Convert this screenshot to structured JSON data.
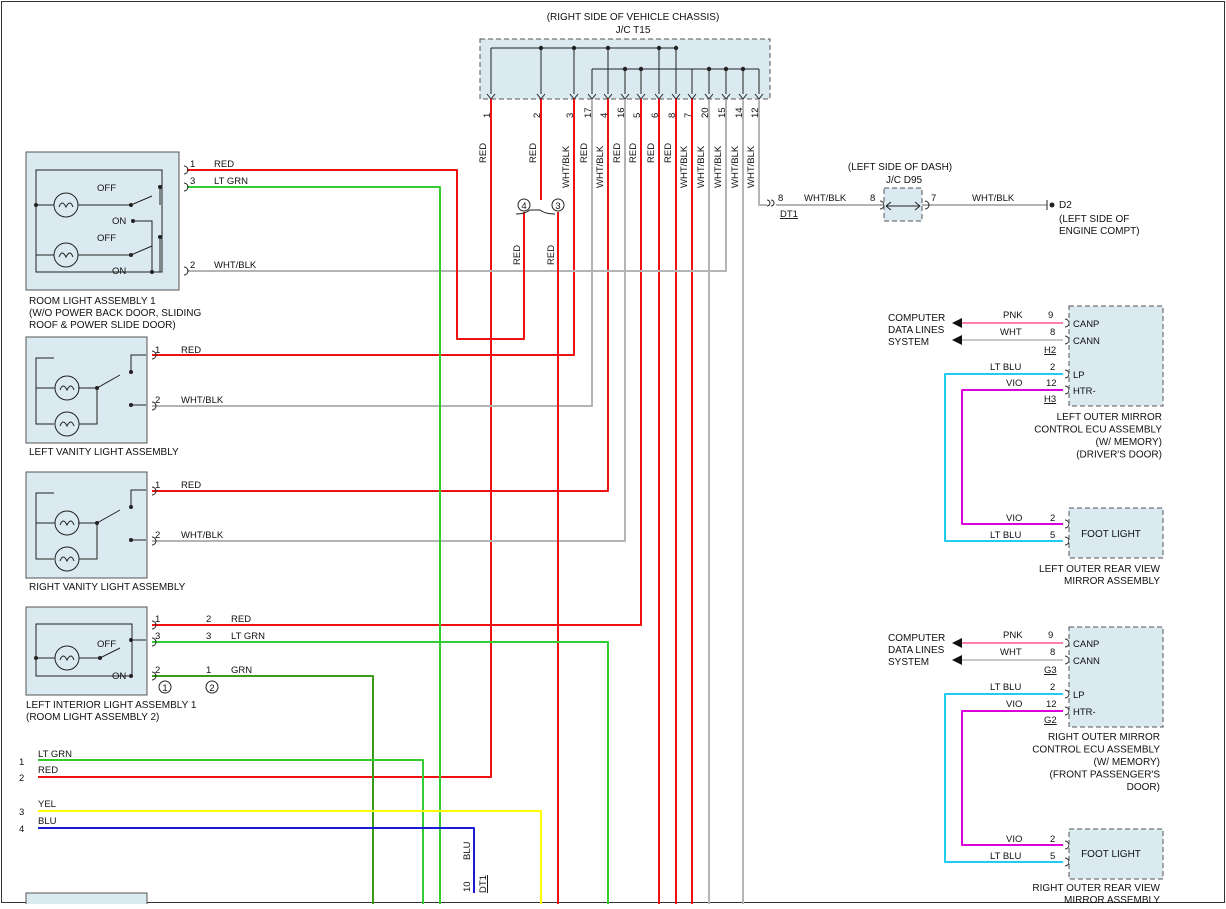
{
  "colors": {
    "red": "#ee1111",
    "ltgrn": "#33cc33",
    "grn": "#3a9a1a",
    "whtblk": "#b4b4b4",
    "yel": "#ffff00",
    "blu": "#1a1ad8",
    "pnk": "#ff7fb0",
    "wht": "#c8c8c8",
    "ltblu": "#22ccee",
    "vio": "#dd00dd",
    "component_fill": "#dbe9f1"
  },
  "jc_t15": {
    "location": "(RIGHT SIDE OF VEHICLE CHASSIS)",
    "name": "J/C T15",
    "pins": [
      "1",
      "2",
      "3",
      "17",
      "4",
      "16",
      "5",
      "6",
      "8",
      "7",
      "20",
      "15",
      "14",
      "12"
    ],
    "wires": [
      {
        "pin": "1",
        "color": "RED"
      },
      {
        "pin": "2",
        "color": "RED"
      },
      {
        "pin": "3",
        "color": "WHT/BLK"
      },
      {
        "pin": "17",
        "color": "RED"
      },
      {
        "pin": "4",
        "color": "WHT/BLK"
      },
      {
        "pin": "16",
        "color": "RED"
      },
      {
        "pin": "5",
        "color": "RED"
      },
      {
        "pin": "6",
        "color": "RED"
      },
      {
        "pin": "8",
        "color": "RED"
      },
      {
        "pin": "7",
        "color": "WHT/BLK"
      },
      {
        "pin": "20",
        "color": "WHT/BLK"
      },
      {
        "pin": "15",
        "color": "WHT/BLK"
      },
      {
        "pin": "14",
        "color": "WHT/BLK"
      },
      {
        "pin": "12",
        "color": "WHT/BLK"
      }
    ]
  },
  "splice": {
    "marks": [
      "4",
      "3"
    ],
    "wire_left": "RED",
    "wire_right": "RED"
  },
  "dt1": {
    "pin": "8",
    "name": "DT1",
    "wire": "WHT/BLK"
  },
  "jc_d95": {
    "location": "(LEFT SIDE OF DASH)",
    "name": "J/C D95",
    "pin_in": "8",
    "pin_out": "7",
    "wire_out": "WHT/BLK"
  },
  "ground_d2": {
    "name": "D2",
    "location": "(LEFT SIDE OF\nENGINE COMPT)"
  },
  "room_light_1": {
    "title": "ROOM LIGHT ASSEMBLY 1\n(W/O POWER BACK DOOR, SLIDING\nROOF & POWER SLIDE DOOR)",
    "pins": [
      {
        "pin": "1",
        "wire": "RED"
      },
      {
        "pin": "3",
        "wire": "LT GRN"
      },
      {
        "pin": "2",
        "wire": "WHT/BLK"
      }
    ],
    "switch_labels": [
      "OFF",
      "ON",
      "OFF",
      "ON"
    ]
  },
  "left_vanity": {
    "title": "LEFT VANITY LIGHT ASSEMBLY",
    "pins": [
      {
        "pin": "1",
        "wire": "RED"
      },
      {
        "pin": "2",
        "wire": "WHT/BLK"
      }
    ]
  },
  "right_vanity": {
    "title": "RIGHT VANITY LIGHT ASSEMBLY",
    "pins": [
      {
        "pin": "1",
        "wire": "RED"
      },
      {
        "pin": "2",
        "wire": "WHT/BLK"
      }
    ]
  },
  "left_interior": {
    "title": "LEFT INTERIOR LIGHT ASSEMBLY 1\n(ROOM LIGHT ASSEMBLY 2)",
    "pins_a": [
      "1",
      "3",
      "2"
    ],
    "pins_b": [
      "2",
      "3",
      "1"
    ],
    "wires": [
      "RED",
      "LT GRN",
      "GRN"
    ],
    "switch_labels": [
      "OFF",
      "ON"
    ],
    "circle_marks": [
      "1",
      "2"
    ]
  },
  "bottom_wires": [
    {
      "num": "1",
      "color": "LT GRN"
    },
    {
      "num": "2",
      "color": "RED"
    },
    {
      "num": "3",
      "color": "YEL"
    },
    {
      "num": "4",
      "color": "BLU"
    }
  ],
  "blu_drop": {
    "color": "BLU",
    "pin": "10",
    "conn": "DT1"
  },
  "left_mirror_ecu": {
    "title": "LEFT OUTER MIRROR\nCONTROL ECU ASSEMBLY\n(W/ MEMORY)\n(DRIVER'S DOOR)",
    "computer_label": "COMPUTER\nDATA LINES\nSYSTEM",
    "pins": [
      {
        "wire": "PNK",
        "pin": "9",
        "label": "CANP"
      },
      {
        "wire": "WHT",
        "pin": "8",
        "label": "CANN"
      },
      {
        "wire": "LT BLU",
        "pin": "2",
        "label": "LP"
      },
      {
        "wire": "VIO",
        "pin": "12",
        "label": "HTR-"
      }
    ],
    "conn_top": "H2",
    "conn_bottom": "H3"
  },
  "left_foot_light": {
    "label": "FOOT LIGHT",
    "title": "LEFT OUTER REAR VIEW\nMIRROR ASSEMBLY",
    "pins": [
      {
        "wire": "VIO",
        "pin": "2"
      },
      {
        "wire": "LT BLU",
        "pin": "5"
      }
    ]
  },
  "right_mirror_ecu": {
    "title": "RIGHT OUTER MIRROR\nCONTROL ECU ASSEMBLY\n(W/ MEMORY)\n(FRONT PASSENGER'S\nDOOR)",
    "computer_label": "COMPUTER\nDATA LINES\nSYSTEM",
    "pins": [
      {
        "wire": "PNK",
        "pin": "9",
        "label": "CANP"
      },
      {
        "wire": "WHT",
        "pin": "8",
        "label": "CANN"
      },
      {
        "wire": "LT BLU",
        "pin": "2",
        "label": "LP"
      },
      {
        "wire": "VIO",
        "pin": "12",
        "label": "HTR-"
      }
    ],
    "conn_top": "G3",
    "conn_bottom": "G2"
  },
  "right_foot_light": {
    "label": "FOOT LIGHT",
    "title": "RIGHT OUTER REAR VIEW\nMIRROR ASSEMBLY",
    "pins": [
      {
        "wire": "VIO",
        "pin": "2"
      },
      {
        "wire": "LT BLU",
        "pin": "5"
      }
    ]
  }
}
